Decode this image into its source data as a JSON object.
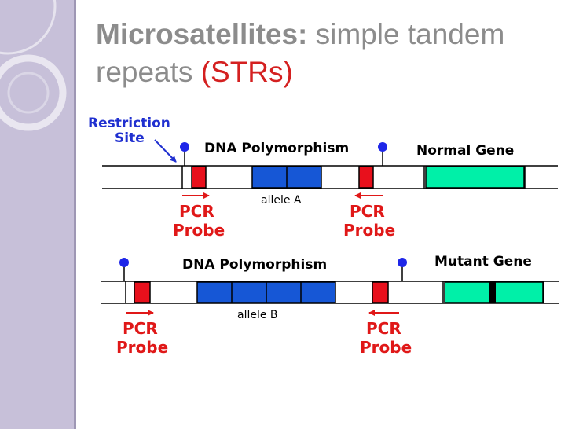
{
  "title": {
    "bold": "Microsatellites:",
    "rest": " simple tandem repeats ",
    "highlight": "(STRs)"
  },
  "diagram": {
    "restriction_site_line1": "Restriction",
    "restriction_site_line2": "Site",
    "top_polymorphism": "DNA Polymorphism",
    "normal_gene": "Normal Gene",
    "allele_a": "allele A",
    "bottom_polymorphism": "DNA Polymorphism",
    "mutant_gene": "Mutant Gene",
    "allele_b": "allele B",
    "pcr": "PCR",
    "probe": "Probe"
  },
  "colors": {
    "probe": "#e8101c",
    "repeat": "#1657d6",
    "gene": "#00f0a8",
    "site": "#1e26e8",
    "label_blue": "#2030d0",
    "arrow_red": "#e01818"
  }
}
